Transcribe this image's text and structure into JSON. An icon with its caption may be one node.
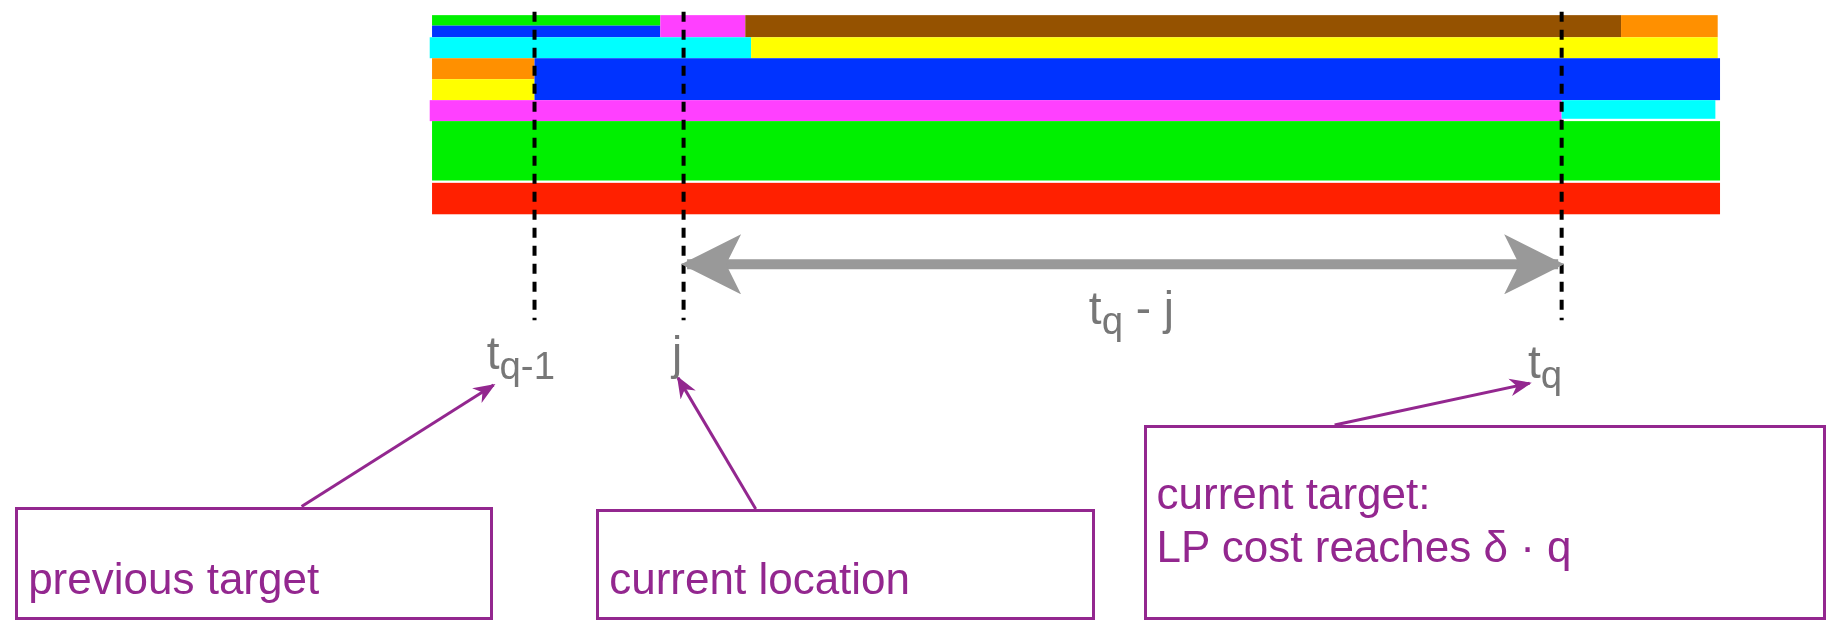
{
  "diagram": {
    "nodes": [
      {
        "text": [
          "t$_{q-1}$"
        ]
      },
      {
        "text": [
          "j"
        ]
      },
      {
        "text": [
          "t$_{q}$"
        ]
      },
      {
        "text": [
          "previous target"
        ]
      },
      {
        "text": [
          "current location"
        ]
      },
      {
        "text": [
          "current target:",
          "LP cost reaches δ · q"
        ]
      }
    ],
    "edges": [
      {
        "from": 3,
        "to": 0,
        "arrow": "to"
      },
      {
        "from": 4,
        "to": 1,
        "arrow": "to"
      },
      {
        "from": 5,
        "to": 2,
        "arrow": "to"
      }
    ],
    "labels": [
      "t$_{q}$ - j"
    ]
  }
}
